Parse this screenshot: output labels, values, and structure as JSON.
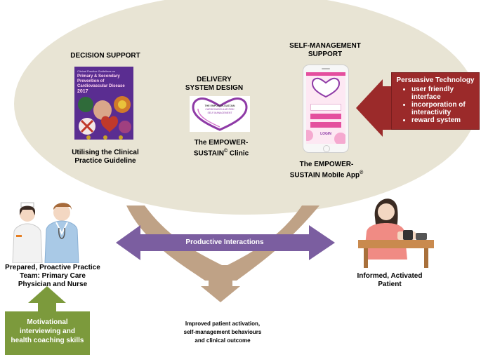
{
  "decision_support": {
    "title": "DECISION SUPPORT",
    "caption_line1": "Utilising the Clinical",
    "caption_line2": "Practice Guideline",
    "book": {
      "header": "Clinical Practice Guidelines on",
      "title_line1": "Primary & Secondary",
      "title_line2": "Prevention of",
      "title_line3": "Cardiovascular Disease",
      "year": "2017"
    }
  },
  "delivery_system": {
    "title_line1": "DELIVERY",
    "title_line2": "SYSTEM DESIGN",
    "caption_line1": "The EMPOWER-",
    "caption_line2": "SUSTAIN",
    "caption_sup": "©",
    "caption_line2_end": " Clinic",
    "logo_line1": "THE EMPOWER-SUSTAIN",
    "logo_line2": "CARDIOVASCULAR RISK",
    "logo_line3": "SELF-MANAGEMENT"
  },
  "self_management": {
    "title_line1": "SELF-MANAGEMENT",
    "title_line2": "SUPPORT",
    "caption_line1": "The EMPOWER-",
    "caption_line2": "SUSTAIN Mobile App",
    "caption_sup": "©",
    "app_button": "LOGIN"
  },
  "persuasive": {
    "title": "Persuasive Technology",
    "items": [
      "user friendly interface",
      "incorporation of interactivity",
      "reward system"
    ]
  },
  "practice_team": {
    "line1": "Prepared, Proactive Practice",
    "line2": "Team: Primary Care",
    "line3": "Physician and Nurse"
  },
  "patient": {
    "line1": "Informed, Activated",
    "line2": "Patient"
  },
  "interactions": {
    "label": "Productive Interactions"
  },
  "outcome": {
    "line1": "Improved patient activation,",
    "line2": "self-management behaviours",
    "line3": "and clinical outcome"
  },
  "skills": {
    "line1": "Motivational",
    "line2": "interviewing and",
    "line3": "health coaching skills"
  },
  "colors": {
    "ellipse": "#e8e4d4",
    "curved_arrow": "#bfa286",
    "interaction_arrow": "#7b5ea0",
    "persuasive_box": "#9b2a2a",
    "skills_box": "#7c9a3c",
    "logo_purple": "#8e3aa6"
  }
}
